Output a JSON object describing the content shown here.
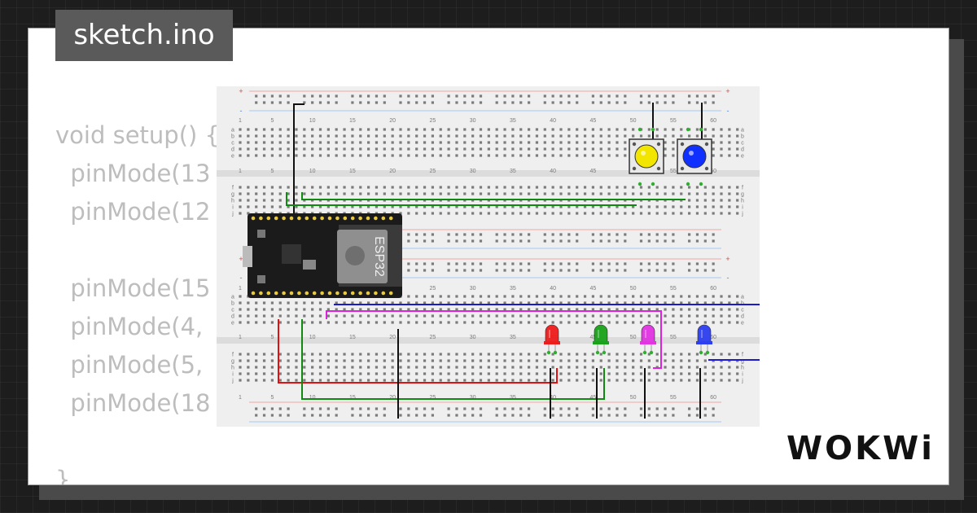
{
  "file_tab": {
    "label": "sketch.ino"
  },
  "code_lines": [
    "void setup() {",
    "  pinMode(13",
    "  pinMode(12",
    "",
    "  pinMode(15",
    "  pinMode(4,",
    "  pinMode(5,",
    "  pinMode(18",
    "",
    "}"
  ],
  "breadboard": {
    "column_labels": [
      "1",
      "5",
      "10",
      "15",
      "20",
      "25",
      "30",
      "35",
      "40",
      "45",
      "50",
      "55",
      "60"
    ],
    "row_labels_top": [
      "a",
      "b",
      "c",
      "d",
      "e"
    ],
    "row_labels_bottom": [
      "f",
      "g",
      "h",
      "i",
      "j"
    ],
    "rail_plus": "+",
    "rail_minus": "-"
  },
  "esp32": {
    "label": "ESP32"
  },
  "buttons": [
    {
      "name": "yellow",
      "color": "#f2e600"
    },
    {
      "name": "blue",
      "color": "#1030ff"
    }
  ],
  "leds": [
    {
      "name": "red",
      "color": "#ee1c1c"
    },
    {
      "name": "green",
      "color": "#1aa31a"
    },
    {
      "name": "magenta",
      "color": "#e234e2"
    },
    {
      "name": "blue",
      "color": "#2d3ff0"
    }
  ],
  "logo": {
    "text": "WOKWi"
  },
  "colors": {
    "wire_black": "#111111",
    "wire_green": "#108a10",
    "wire_red": "#e11111",
    "wire_magenta": "#dd22dd",
    "wire_blue": "#1a1ad0"
  }
}
